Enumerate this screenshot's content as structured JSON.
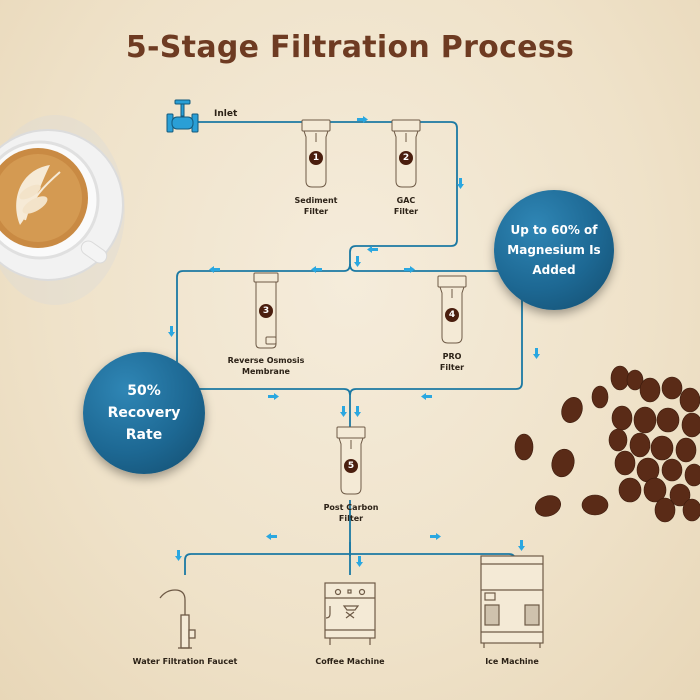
{
  "title": "5-Stage Filtration Process",
  "inlet": {
    "label": "Inlet",
    "icon": "valve-icon"
  },
  "stages": [
    {
      "number": "1",
      "line1": "Sediment",
      "line2": "Filter"
    },
    {
      "number": "2",
      "line1": "GAC",
      "line2": "Filter"
    },
    {
      "number": "3",
      "line1": "Reverse Osmosis",
      "line2": "Membrane"
    },
    {
      "number": "4",
      "line1": "PRO",
      "line2": "Filter"
    },
    {
      "number": "5",
      "line1": "Post Carbon",
      "line2": "Filter"
    }
  ],
  "callouts": {
    "magnesium": {
      "line1": "Up to 60% of",
      "line2": "Magnesium Is",
      "line3": "Added"
    },
    "recovery": {
      "line1": "50%",
      "line2": "Recovery",
      "line3": "Rate"
    }
  },
  "outputs": [
    {
      "label": "Water Filtration Faucet",
      "icon": "faucet-icon"
    },
    {
      "label": "Coffee Machine",
      "icon": "coffee-machine-icon"
    },
    {
      "label": "Ice Machine",
      "icon": "ice-machine-icon"
    }
  ],
  "colors": {
    "title": "#6e3b22",
    "pipe": "#1b79a3",
    "arrow": "#2aa7e0",
    "badge": "#4a1e0e",
    "bubble": "#1d6893"
  }
}
